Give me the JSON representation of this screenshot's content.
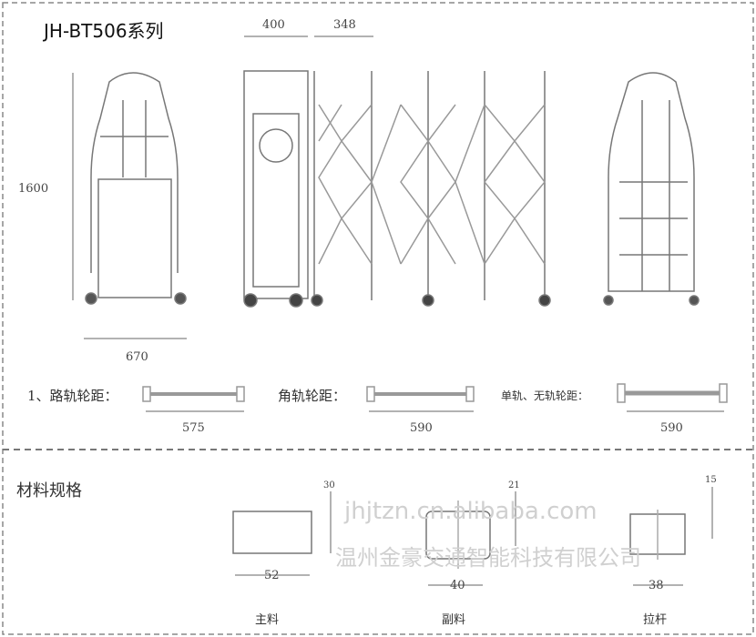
{
  "title": "JH-BT506系列",
  "dimensions": {
    "height": "1600",
    "width_front": "670",
    "pillar": "400",
    "span": "348"
  },
  "wheelbase": [
    {
      "label": "1、路轨轮距：",
      "value": "575"
    },
    {
      "label": "角轨轮距：",
      "value": "590"
    },
    {
      "label": "单轨、无轨轮距：",
      "value": "590"
    }
  ],
  "materials": {
    "heading": "材料规格",
    "items": [
      {
        "name": "主料",
        "width": "52",
        "height": "30"
      },
      {
        "name": "副料",
        "width": "40",
        "height": "21"
      },
      {
        "name": "拉杆",
        "width": "38",
        "height": "15"
      }
    ]
  },
  "watermark": {
    "company": "温州金豪交通智能科技有限公司",
    "site": "jhjtzn.cn.alibaba.com"
  }
}
